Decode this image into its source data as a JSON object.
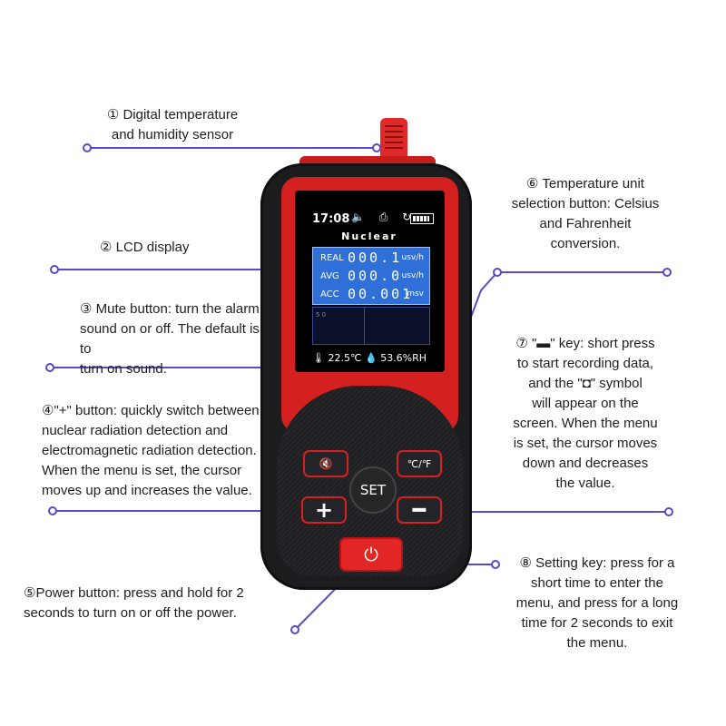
{
  "labels": {
    "sensor": "① Digital temperature\nand humidity sensor",
    "lcd": "② LCD display",
    "mute": "③ Mute button: turn the alarm\nsound on or off. The default is to\nturn on sound.",
    "plus": "④\"+\" button: quickly switch between\nnuclear radiation detection and\nelectromagnetic radiation detection.\nWhen the menu is set, the cursor\nmoves up and increases the value.",
    "power": "⑤Power button: press and hold for 2\nseconds to turn on or off the power.",
    "unit": "⑥ Temperature unit\nselection button: Celsius\nand Fahrenheit\nconversion.",
    "minus": "⑦ \"▬\" key: short press\nto start recording data,\nand the \"◘\" symbol\nwill appear on the\nscreen. When the menu\nis set, the cursor moves\ndown and decreases\nthe value.",
    "set": "⑧ Setting key: press for a\nshort time to enter the\nmenu, and press for a long\ntime for 2 seconds to exit\nthe menu."
  },
  "screen": {
    "time": "17:08",
    "icons": "🔈 ⎙ ↻",
    "mode": "Nuclear",
    "rows": [
      {
        "key": "REAL",
        "value": "000.1",
        "unit": "usv/h"
      },
      {
        "key": "AVG",
        "value": "000.0",
        "unit": "usv/h"
      },
      {
        "key": "ACC",
        "value": "00.001",
        "unit": "msv"
      }
    ],
    "graph_axis": "5  0",
    "temperature": "🌡 22.5℃",
    "humidity": "💧 53.6%RH"
  },
  "buttons": {
    "mute": "🔇",
    "unit": "℃/℉",
    "plus": "+",
    "minus": "━",
    "set": "SET",
    "power": "⏻"
  },
  "colors": {
    "accent_red": "#d52020",
    "leader_purple": "#5a48c8",
    "lcd_blue": "#2f6fd8"
  }
}
